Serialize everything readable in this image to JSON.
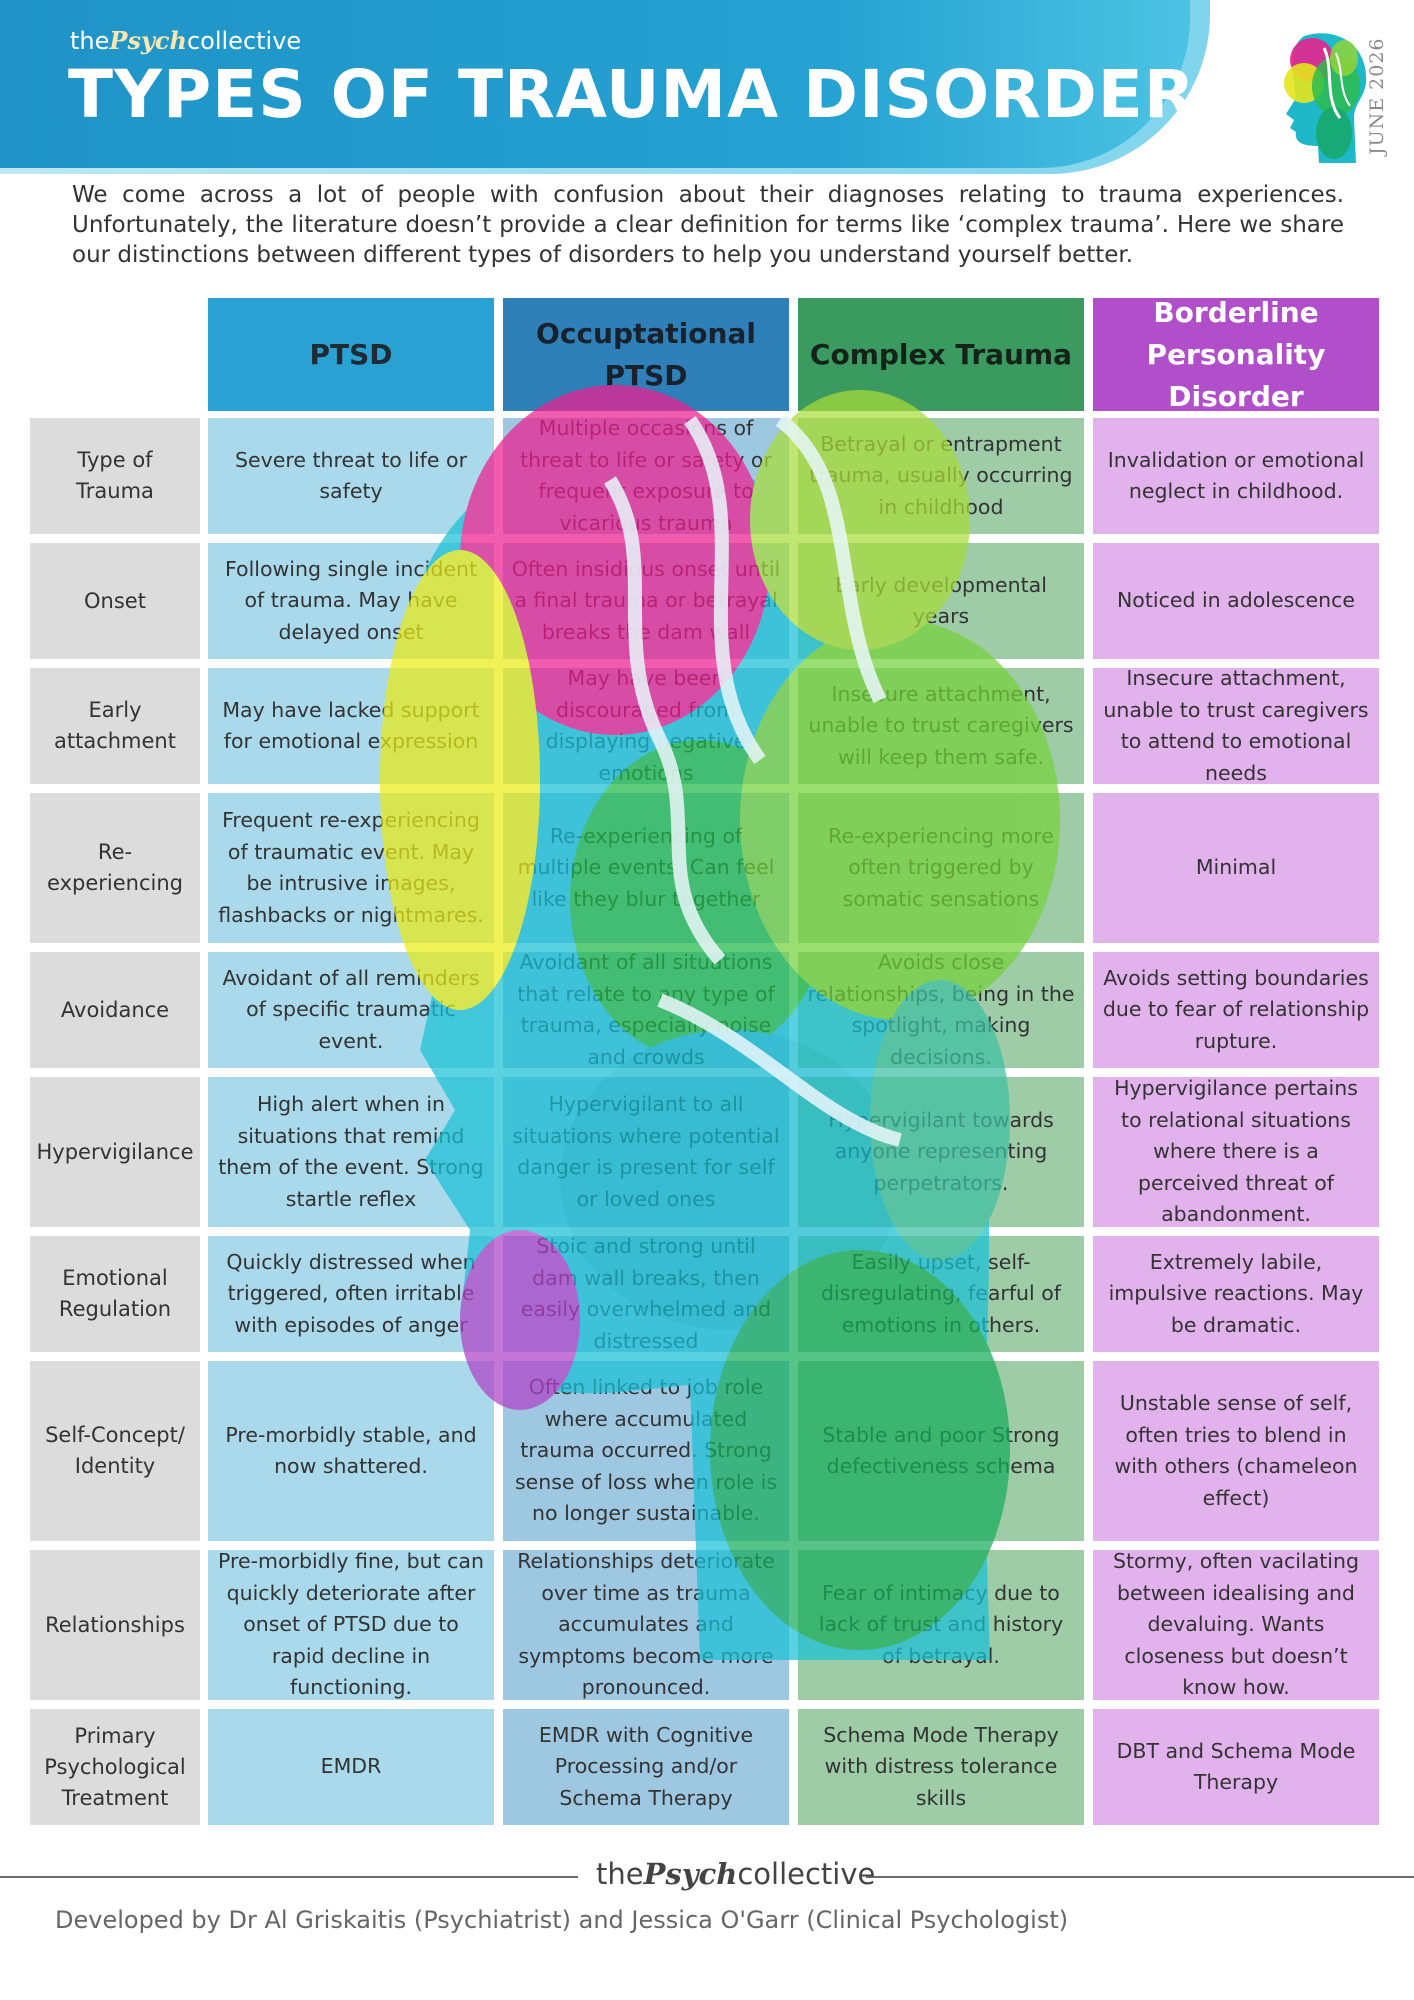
{
  "header": {
    "brand": {
      "pre": "the",
      "script": "Psych",
      "post": "collective"
    },
    "title": "TYPES OF TRAUMA DISORDERS",
    "date": "JUNE 2026"
  },
  "intro": "We come across a lot of people with confusion about their diagnoses relating to trauma experiences. Unfortunately, the literature doesn’t provide a clear definition for terms like ‘complex trauma’. Here we share our distinctions between different types of disorders to help you understand yourself better.",
  "columns": [
    "PTSD",
    "Occuptational PTSD",
    "Complex Trauma",
    "Borderline Personality Disorder"
  ],
  "rows": [
    {
      "label": "Type of Trauma",
      "ptsd": "Severe threat to life or safety",
      "occ": "Multiple occasions of threat to life or safety or frequent exposure to vicarious trauma",
      "complex": "Betrayal or entrapment trauma, usually occurring in childhood",
      "bpd": "Invalidation or emotional neglect in childhood."
    },
    {
      "label": "Onset",
      "ptsd": "Following single incident of trauma. May have delayed onset",
      "occ": "Often insidious onset until a final trauma or betrayal breaks the dam wall",
      "complex": "Early developmental years",
      "bpd": "Noticed in adolescence"
    },
    {
      "label": "Early attachment",
      "ptsd": "May have lacked support for emotional expression",
      "occ": "May have been discouraged from displaying negative emotions",
      "complex": "Insecure attachment, unable to trust caregivers will keep them safe.",
      "bpd": "Insecure attachment, unable to trust caregivers to attend to emotional needs"
    },
    {
      "label": "Re-experiencing",
      "ptsd": "Frequent re-experiencing of traumatic event.  May be intrusive images, flashbacks or nightmares.",
      "occ": "Re-experiencing of multiple events. Can feel like they blur together",
      "complex": "Re-experiencing more often triggered by somatic sensations",
      "bpd": "Minimal"
    },
    {
      "label": "Avoidance",
      "ptsd": "Avoidant of all reminders of specific traumatic event.",
      "occ": "Avoidant of all situations that relate to any type of trauma, especially noise and crowds",
      "complex": "Avoids close relationships, being in the spotlight, making decisions.",
      "bpd": "Avoids setting boundaries due to fear of relationship rupture."
    },
    {
      "label": "Hypervigilance",
      "ptsd": "High alert when in situations that remind them of the event. Strong startle reflex",
      "occ": "Hypervigilant to all situations where potential danger is present for self or loved ones",
      "complex": "Hypervigilant towards anyone representing perpetrators.",
      "bpd": "Hypervigilance pertains to relational situations where there is a perceived threat of abandonment."
    },
    {
      "label": "Emotional Regulation",
      "ptsd": "Quickly distressed when triggered, often irritable with episodes of anger",
      "occ": "Stoic and strong until dam wall breaks, then easily overwhelmed and distressed",
      "complex": "Easily upset, self-disregulating, fearful of emotions in others.",
      "bpd": "Extremely labile, impulsive reactions. May be dramatic."
    },
    {
      "label": "Self-Concept/ Identity",
      "ptsd": "Pre-morbidly stable, and now shattered.",
      "occ": "Often linked to job role where accumulated trauma occurred. Strong sense of loss when role is no longer sustainable.",
      "complex": "Stable and poor Strong defectiveness schema",
      "bpd": "Unstable sense of self, often tries to blend in with others (chameleon effect)"
    },
    {
      "label": "Relationships",
      "ptsd": "Pre-morbidly fine, but can quickly deteriorate after onset of PTSD due to rapid decline in functioning.",
      "occ": "Relationships deteriorate over time as trauma accumulates and symptoms become more pronounced.",
      "complex": "Fear of intimacy due to lack of trust and history of betrayal.",
      "bpd": "Stormy, often vacilating between idealising and devaluing. Wants closeness but doesn’t know how."
    },
    {
      "label": "Primary Psychological Treatment",
      "ptsd": "EMDR",
      "occ": "EMDR with Cognitive Processing and/or Schema Therapy",
      "complex": "Schema Mode Therapy with distress tolerance skills",
      "bpd": "DBT and Schema Mode Therapy"
    }
  ],
  "footer": {
    "brand": {
      "pre": "the",
      "script": "Psych",
      "post": "collective"
    },
    "credit": "Developed by Dr Al Griskaitis (Psychiatrist) and Jessica O'Garr (Clinical Psychologist)"
  },
  "colors": {
    "banner": "#25a2d2",
    "ptsd_header": "#2aa1d3",
    "occ_header": "#2f7fb9",
    "complex_header": "#3a9a5f",
    "bpd_header": "#b14ec9"
  },
  "icons": [
    "head-silhouette-logo-icon",
    "head-silhouette-watermark-icon"
  ]
}
